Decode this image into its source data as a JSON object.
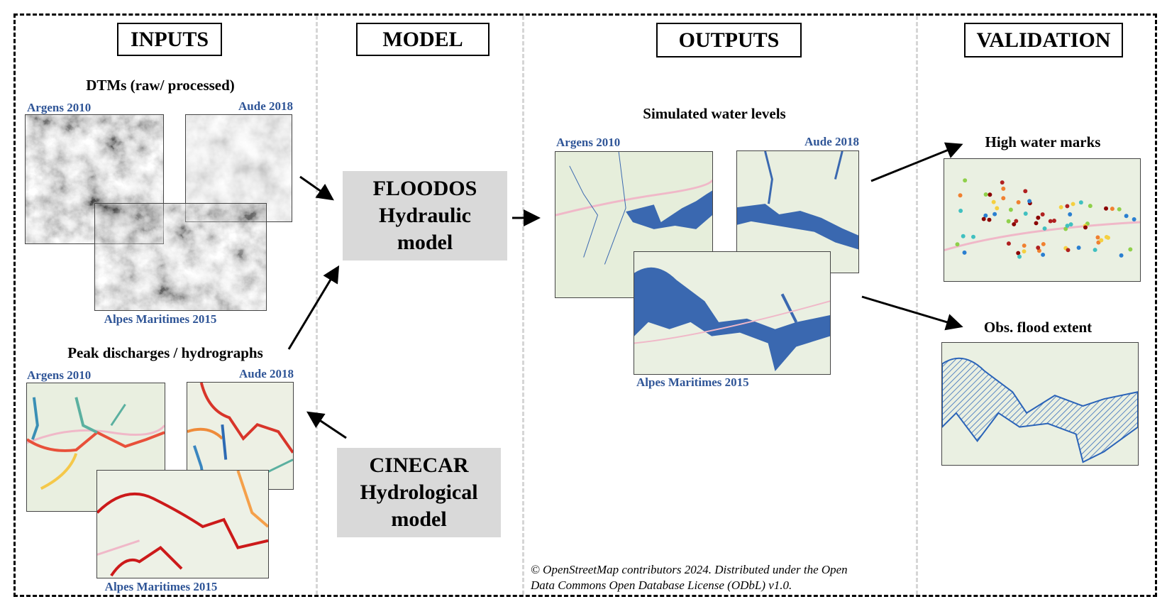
{
  "sections": {
    "inputs": "INPUTS",
    "model": "MODEL",
    "outputs": "OUTPUTS",
    "validation": "VALIDATION"
  },
  "inputs": {
    "dtm_title": "DTMs (raw/ processed)",
    "discharge_title": "Peak discharges / hydrographs",
    "sites": {
      "argens": "Argens 2010",
      "aude": "Aude 2018",
      "alpes": "Alpes Maritimes 2015"
    }
  },
  "model": {
    "floodos": [
      "FLOODOS",
      "Hydraulic",
      "model"
    ],
    "cinecar": [
      "CINECAR",
      "Hydrological",
      "model"
    ]
  },
  "outputs": {
    "title": "Simulated water levels",
    "sites": {
      "argens": "Argens 2010",
      "aude": "Aude 2018",
      "alpes": "Alpes Maritimes 2015"
    }
  },
  "validation": {
    "hwm": "High water marks",
    "flood_extent": "Obs. flood extent"
  },
  "attribution": [
    "© OpenStreetMap contributors 2024. Distributed under the Open",
    "Data Commons Open Database License (ODbL) v1.0."
  ],
  "colors": {
    "label_blue": "#2f5597",
    "flood_blue": "#3a68b0",
    "model_box": "#d9d9d9"
  }
}
